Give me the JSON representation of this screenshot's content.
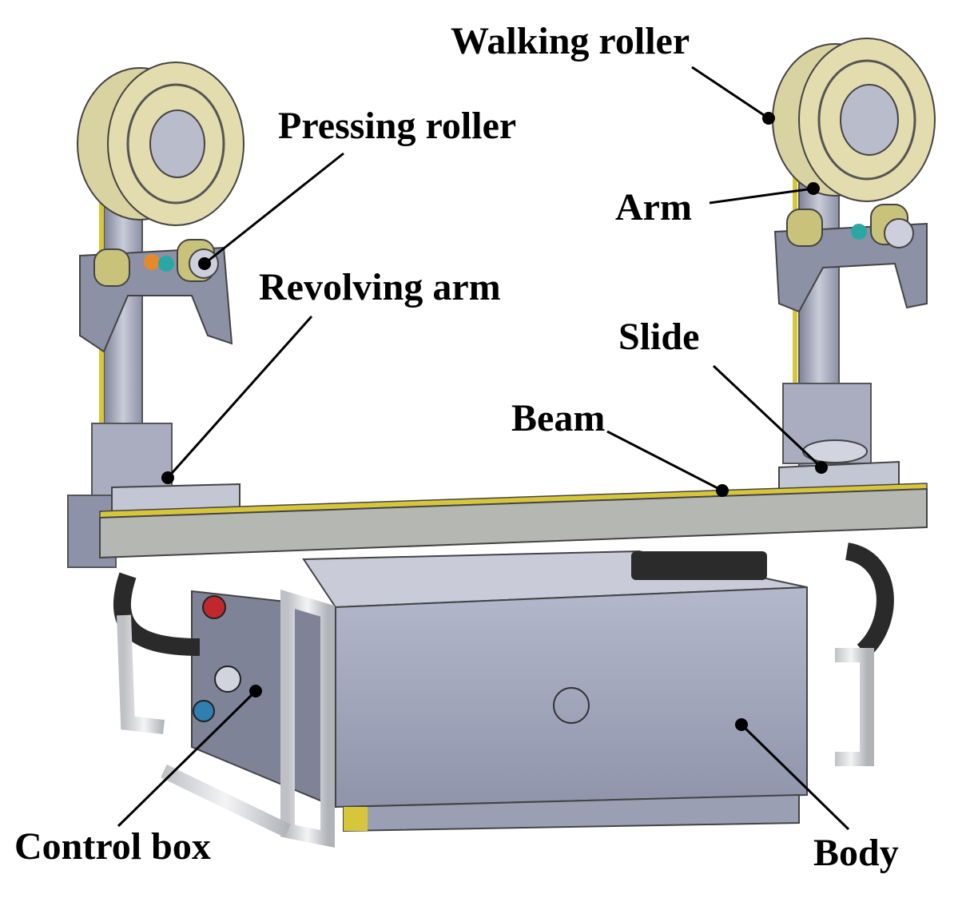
{
  "labels": {
    "walking_roller": "Walking roller",
    "pressing_roller": "Pressing roller",
    "arm": "Arm",
    "revolving_arm": "Revolving arm",
    "slide": "Slide",
    "beam": "Beam",
    "control_box": "Control box",
    "body": "Body"
  },
  "colors": {
    "roller": "#e3dcae",
    "metal": "#9aa0b6",
    "beam": "#b5b7b3",
    "body": "#9ea3ba",
    "yellow_strip": "#d8c63a",
    "cable": "#2a2a2a"
  }
}
